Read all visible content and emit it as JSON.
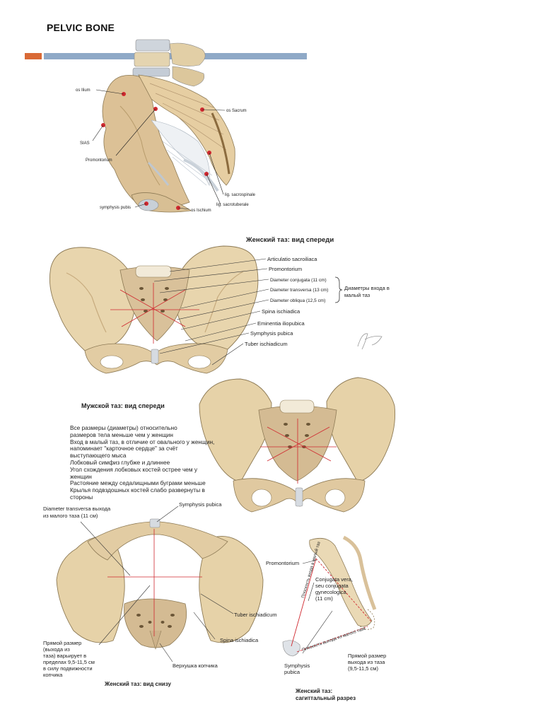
{
  "title": "PELVIC BONE",
  "colors": {
    "orange_bar": "#d96a36",
    "blue_bar": "#8fa9c7",
    "bone": "#e7d6b1",
    "pointer": "#d0282f"
  },
  "fig1": {
    "labels": {
      "os_ilium": "os Ilium",
      "sias": "SIAS",
      "promontorium": "Promontorium",
      "symphysis": "symphysis pubis",
      "os_sacrum": "os Sacrum",
      "lig_sacrospinale": "lig. sacrospinale",
      "lig_sacrotuberale": "lig. sacrotuberale",
      "os_ischium": "os Ischium"
    }
  },
  "fig2": {
    "caption": "Женский таз: вид спереди",
    "labels": {
      "articulatio": "Articulatio sacroiliaca",
      "promontorium": "Promontorium",
      "conjugata": "Diameter conjugata (11 cm)",
      "transversa": "Diameter transversa (13 cm)",
      "obliqua": "Diameter obliqua (12,5 cm)",
      "group1": "Диаметры входа в",
      "group2": "малый таз",
      "spina": "Spina ischiadica",
      "eminentia": "Eminentia iliopubica",
      "symphysis": "Symphysis pubica",
      "tuber": "Tuber ischiadicum"
    }
  },
  "fig3": {
    "caption": "Мужской таз: вид спереди",
    "notes": [
      "Все размеры (диаметры) относительно",
      "размеров тела меньше чем у женщин",
      "Вход в малый таз, в отличие от овального у женщин,",
      "напоминает \"карточное сердце\" за счёт",
      "выступающего мыса",
      "Лобковый симфиз глубже и длиннее",
      "Угол схождения лобковых костей острее чем у",
      "женщин",
      "Растояние между седалищными буграми меньше",
      "Крылья подвздошных костей слабо развернуты в",
      "стороны"
    ]
  },
  "fig4": {
    "caption": "Женский таз: вид снизу",
    "labels": {
      "transversa1": "Diameter transversa выхода",
      "transversa2": "из малого таза (11 см)",
      "symphysis": "Symphysis pubica",
      "tuber": "Tuber ischiadicum",
      "spina": "Spina ischiadica",
      "coccyx": "Верхушка копчика",
      "direct1": "Прямой размер",
      "direct2": "(выхода из",
      "direct3": "таза) варьирует в",
      "direct4": "пределах 9,5-11,5 см",
      "direct5": "в силу подвижности",
      "direct6": "копчика"
    }
  },
  "fig5": {
    "caption1": "Женский таз:",
    "caption2": "сагиттальный разрез",
    "labels": {
      "promontorium": "Promontorium",
      "conj1": "Conjugata vera,",
      "conj2": "seu conjugata",
      "conj3": "gynecologica",
      "conj4": "(11 cm)",
      "inlet_plane": "Плоскость входа в малый таз",
      "outlet_plane": "Плоскость выхода из малого таза",
      "symph1": "Symphysis",
      "symph2": "pubica",
      "direct1": "Прямой размер",
      "direct2": "выхода из таза",
      "direct3": "(9,5-11,5 см)"
    }
  }
}
